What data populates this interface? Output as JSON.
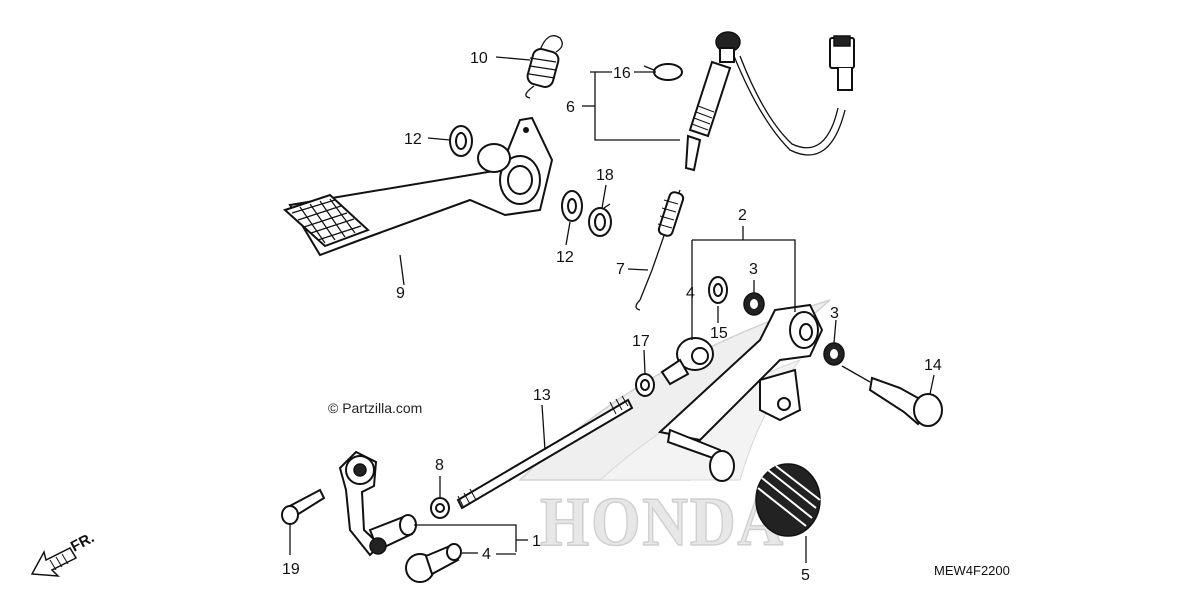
{
  "diagram": {
    "watermark_text": "HONDA",
    "copyright": "© Partzilla.com",
    "diagram_code": "MEW4F2200",
    "direction_label": "FR.",
    "callouts": {
      "c1": "1",
      "c2": "2",
      "c3a": "3",
      "c3b": "3",
      "c4a": "4",
      "c4b": "4",
      "c5": "5",
      "c6": "6",
      "c7": "7",
      "c8": "8",
      "c9": "9",
      "c10": "10",
      "c12a": "12",
      "c12b": "12",
      "c13": "13",
      "c14": "14",
      "c15": "15",
      "c16": "16",
      "c17": "17",
      "c18": "18",
      "c19": "19"
    }
  }
}
